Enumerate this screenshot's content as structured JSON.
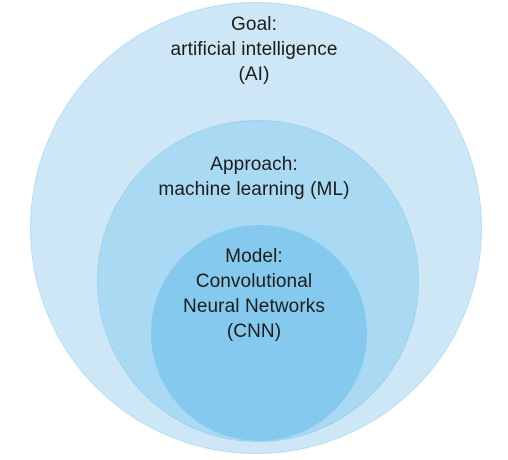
{
  "colors": {
    "outer_fill": "#cde7f6",
    "middle_fill": "#a9d9f3",
    "inner_fill": "#86c9ee",
    "text": "#1b1b1b"
  },
  "levels": [
    {
      "lines": [
        "Goal:",
        "artificial intelligence",
        "(AI)"
      ]
    },
    {
      "lines": [
        "Approach:",
        "machine learning (ML)"
      ]
    },
    {
      "lines": [
        "Model:",
        "Convolutional",
        "Neural Networks",
        "(CNN)"
      ]
    }
  ]
}
